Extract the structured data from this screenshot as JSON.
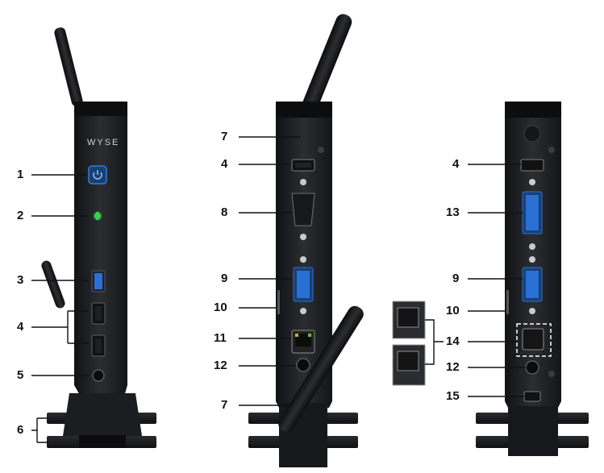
{
  "brand": "WYSE",
  "colors": {
    "device_body": "#1b1c1f",
    "device_face": "#2a2c30",
    "power_button_glow": "#2f7fd6",
    "status_led": "#37d24a",
    "usb3_port": "#2c6fd2",
    "dvi_connector": "#2a6fd4",
    "ethernet_led_amber": "#e2a51c",
    "ethernet_led_green": "#62c233"
  },
  "icons": [
    "power-icon",
    "usb-icon",
    "dvi-icon",
    "network-icon",
    "antenna-icon"
  ],
  "front_view": {
    "callouts": [
      {
        "number": "1"
      },
      {
        "number": "2"
      },
      {
        "number": "3"
      },
      {
        "number": "4"
      },
      {
        "number": "5"
      },
      {
        "number": "6"
      }
    ]
  },
  "rear_view_left": {
    "callouts": [
      {
        "number": "7"
      },
      {
        "number": "4"
      },
      {
        "number": "8"
      },
      {
        "number": "9"
      },
      {
        "number": "10"
      },
      {
        "number": "11"
      },
      {
        "number": "12"
      },
      {
        "number": "7"
      }
    ]
  },
  "rear_view_right": {
    "callouts": [
      {
        "number": "4"
      },
      {
        "number": "13"
      },
      {
        "number": "9"
      },
      {
        "number": "10"
      },
      {
        "number": "14"
      },
      {
        "number": "12"
      },
      {
        "number": "15"
      }
    ]
  }
}
